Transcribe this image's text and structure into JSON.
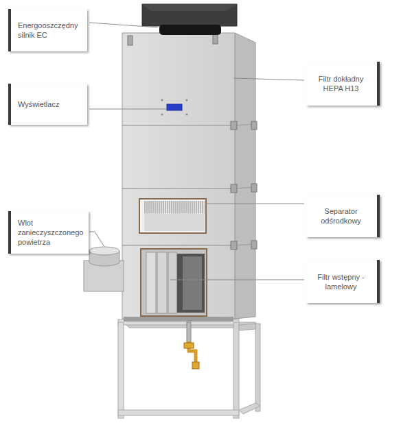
{
  "diagram": {
    "nodes": [
      {
        "text": [
          "Energooszczędny silnik EC"
        ]
      },
      {
        "text": [
          "Filtr dokładny HEPA H13"
        ]
      },
      {
        "text": [
          "Wyświetlacz"
        ]
      },
      {
        "text": [
          "Separator odśrodkowy"
        ]
      },
      {
        "text": [
          "Wlot zanieczyszczonego powietrza"
        ]
      },
      {
        "text": [
          "Filtr wstępny - lamelowy"
        ]
      }
    ]
  }
}
